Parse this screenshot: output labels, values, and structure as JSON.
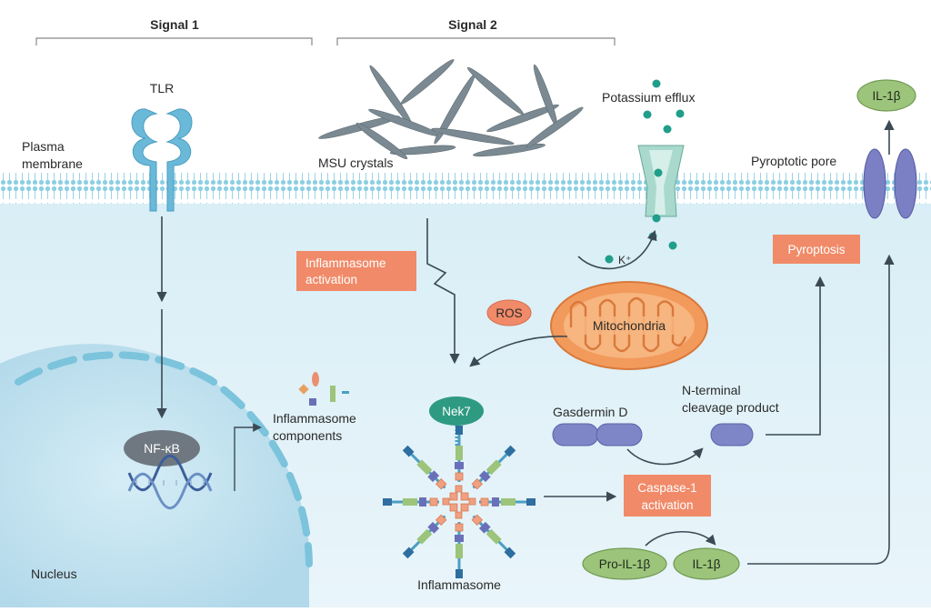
{
  "headers": {
    "signal1": "Signal 1",
    "signal2": "Signal 2"
  },
  "labels": {
    "tlr": "TLR",
    "plasma_membrane_line1": "Plasma",
    "plasma_membrane_line2": "membrane",
    "msu_crystals": "MSU crystals",
    "potassium_efflux": "Potassium efflux",
    "potassium_ion": "K⁺",
    "pyroptotic_pore": "Pyroptotic pore",
    "nf_kb": "NF-κB",
    "inflammasome_components_line1": "Inflammasome",
    "inflammasome_components_line2": "components",
    "nucleus": "Nucleus",
    "ros": "ROS",
    "mitochondria": "Mitochondria",
    "nek7": "Nek7",
    "gasdermin_d": "Gasdermin D",
    "n_terminal_line1": "N-terminal",
    "n_terminal_line2": "cleavage product",
    "pro_il1b": "Pro-IL-1β",
    "il1b": "IL-1β",
    "il1b_top": "IL-1β",
    "inflammasome": "Inflammasome"
  },
  "boxes": {
    "inflammasome_activation_line1": "Inflammasome",
    "inflammasome_activation_line2": "activation",
    "pyroptosis": "Pyroptosis",
    "caspase1_line1": "Caspase-1",
    "caspase1_line2": "activation"
  },
  "colors": {
    "cytoplasm": "#cfe8f2",
    "membrane": "#7fc8e0",
    "orange_box": "#f08a68",
    "mitochondria": "#f29a5c",
    "il1b_green": "#9cc47a",
    "nek7_teal": "#2e9a82",
    "gasdermin": "#7e86c8",
    "pore": "#7b7fc4",
    "potassium": "#1f9e8a",
    "nucleus": "#b7dceb"
  }
}
